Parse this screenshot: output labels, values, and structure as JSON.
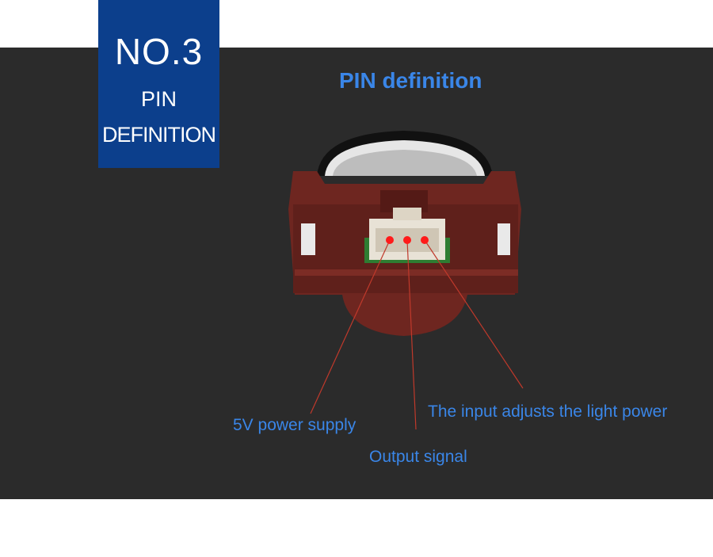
{
  "badge": {
    "number": "NO.3",
    "line1": "PIN",
    "line2": "DEFINITION"
  },
  "title": "PIN definition",
  "pins": [
    {
      "label": "5V power supply"
    },
    {
      "label": "Output signal"
    },
    {
      "label": "The input adjusts the light power"
    }
  ],
  "colors": {
    "panel": "#2b2b2b",
    "badge": "#0c3f8c",
    "accent_text": "#3a86e8",
    "pin_marker": "#ff1a1a",
    "leader_line": "#c0392b",
    "housing": "#6e2620"
  },
  "icons": {
    "product": "sensor-module-photo"
  }
}
